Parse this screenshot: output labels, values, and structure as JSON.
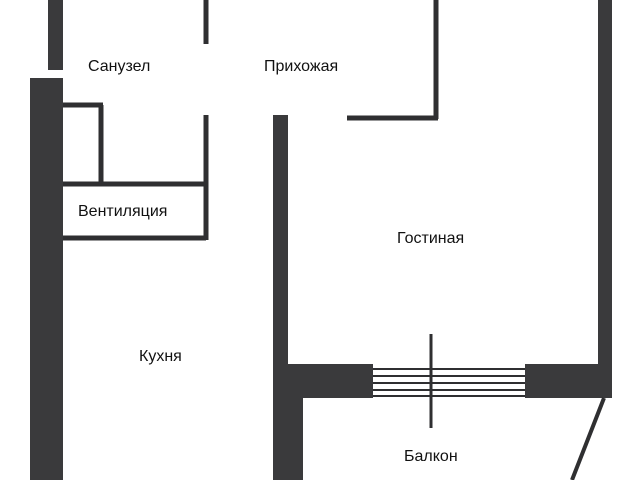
{
  "colors": {
    "wall": "#3a3a3c",
    "line": "#2f2f31",
    "background": "#ffffff",
    "text": "#111111"
  },
  "rooms": {
    "bathroom": "Санузел",
    "hallway": "Прихожая",
    "ventilation": "Вентиляция",
    "living_room": "Гостиная",
    "kitchen": "Кухня",
    "balcony": "Балкон"
  }
}
